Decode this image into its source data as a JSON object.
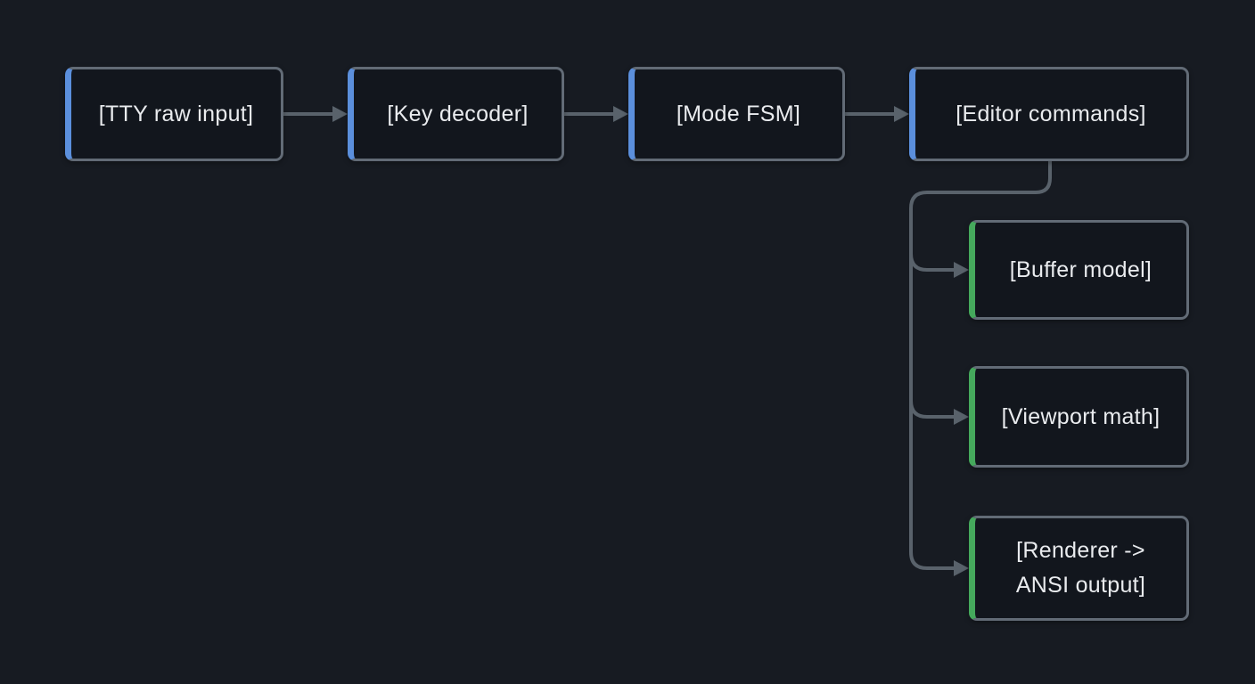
{
  "diagram": {
    "nodes": [
      {
        "id": "tty-raw-input",
        "label": "[TTY raw input]",
        "accent": "blue"
      },
      {
        "id": "key-decoder",
        "label": "[Key decoder]",
        "accent": "blue"
      },
      {
        "id": "mode-fsm",
        "label": "[Mode FSM]",
        "accent": "blue"
      },
      {
        "id": "editor-commands",
        "label": "[Editor commands]",
        "accent": "blue"
      },
      {
        "id": "buffer-model",
        "label": "[Buffer model]",
        "accent": "green"
      },
      {
        "id": "viewport-math",
        "label": "[Viewport math]",
        "accent": "green"
      },
      {
        "id": "renderer-ansi-output",
        "label": "[Renderer ->\nANSI output]",
        "accent": "green"
      }
    ],
    "edges": [
      {
        "from": "tty-raw-input",
        "to": "key-decoder"
      },
      {
        "from": "key-decoder",
        "to": "mode-fsm"
      },
      {
        "from": "mode-fsm",
        "to": "editor-commands"
      },
      {
        "from": "editor-commands",
        "to": "buffer-model"
      },
      {
        "from": "editor-commands",
        "to": "viewport-math"
      },
      {
        "from": "editor-commands",
        "to": "renderer-ansi-output"
      }
    ],
    "colors": {
      "background": "#171b22",
      "node_fill": "#12161d",
      "border": "#626b76",
      "line": "#59626b",
      "text": "#e9ebee",
      "accent_blue": "#5b8fdc",
      "accent_green": "#45a95c"
    }
  }
}
